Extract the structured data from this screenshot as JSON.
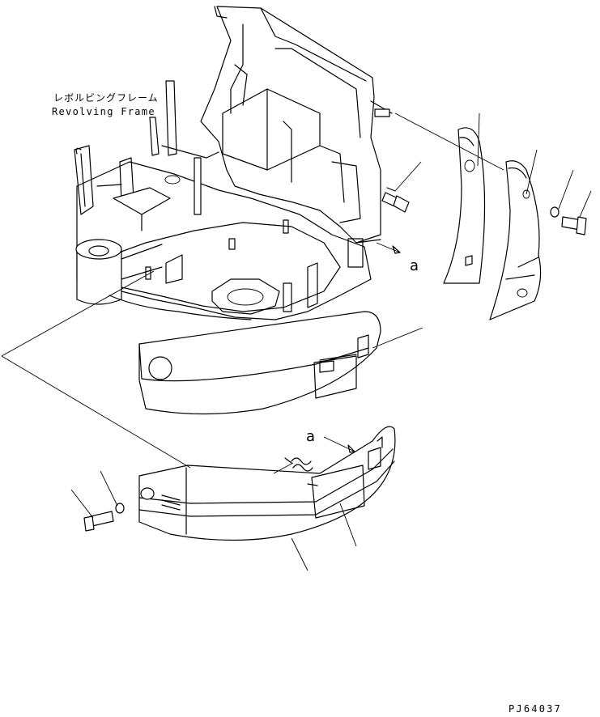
{
  "labels": {
    "frame_jp": "レボルビングフレーム",
    "frame_en": "Revolving Frame",
    "view_a_top": "a",
    "view_a_bottom": "a",
    "drawing_number": "PJ64037"
  },
  "colors": {
    "line": "#000000",
    "background": "#ffffff"
  }
}
